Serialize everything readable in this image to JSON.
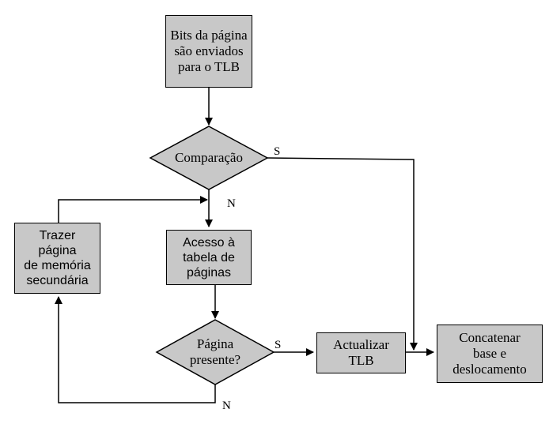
{
  "nodes": {
    "send_bits": "Bits da página\nsão  enviados\npara o TLB",
    "compare": "Comparação",
    "page_table_access": "Acesso à\ntabela de\npáginas",
    "fetch_page": "Trazer\npágina\nde memória\nsecundária",
    "page_present": "Página\npresente?",
    "update_tlb": "Actualizar\nTLB",
    "concatenate": "Concatenar\nbase e\ndeslocamento"
  },
  "edge_labels": {
    "compare_yes": "S",
    "compare_no": "N",
    "present_yes": "S",
    "present_no": "N"
  },
  "colors": {
    "node_fill": "#c8c8c8",
    "stroke": "#000000"
  }
}
